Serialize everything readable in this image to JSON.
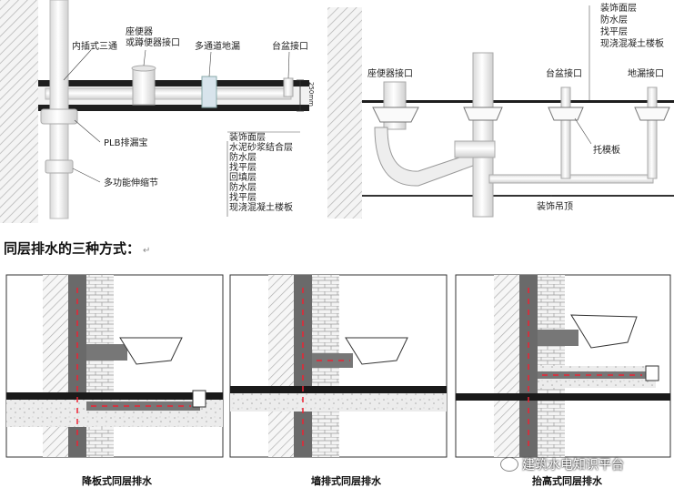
{
  "top_left": {
    "labels": {
      "tee": "内插式三通",
      "toilet_port": "座便器\n或蹲便器接口",
      "drain": "多通道地漏",
      "basin_port": "台盆接口",
      "plb": "PLB排漏宝",
      "joint": "多功能伸缩节",
      "dim": "250mm"
    },
    "layers": [
      "装饰面层",
      "水泥砂浆结合层",
      "防水层",
      "找平层",
      "回填层",
      "防水层",
      "找平层",
      "现浇混凝土楼板"
    ]
  },
  "top_right": {
    "layers": [
      "装饰面层",
      "防水层",
      "找平层",
      "现浇混凝土楼板"
    ],
    "labels": {
      "toilet_port": "座便器接口",
      "basin_port": "台盆接口",
      "drain": "地漏接口",
      "support": "托模板",
      "ceiling": "装饰吊顶"
    }
  },
  "heading": "同层排水的三种方式：",
  "heading_mark": "↵",
  "captions": [
    "降板式同层排水",
    "墙排式同层排水",
    "抬高式同层排水"
  ],
  "watermark": "建筑水电知识平台"
}
